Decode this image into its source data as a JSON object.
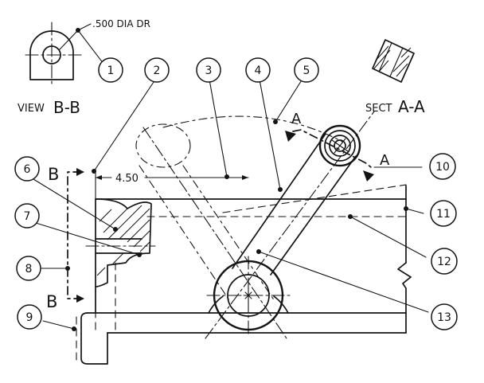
{
  "view_b_label": {
    "prefix": "VIEW",
    "name": "B-B"
  },
  "sect_a_label": {
    "prefix": "SECT",
    "name": "A-A"
  },
  "hole_note": ".500 DIA DR",
  "dimension": "4.50",
  "cutting_plane": {
    "a_top": "A",
    "a_bottom": "A",
    "b_top": "B",
    "b_bottom": "B"
  },
  "callouts": [
    "1",
    "2",
    "3",
    "4",
    "5",
    "6",
    "7",
    "8",
    "9",
    "10",
    "11",
    "12",
    "13"
  ],
  "colors": {
    "ink": "#141414",
    "paper": "#ffffff"
  }
}
